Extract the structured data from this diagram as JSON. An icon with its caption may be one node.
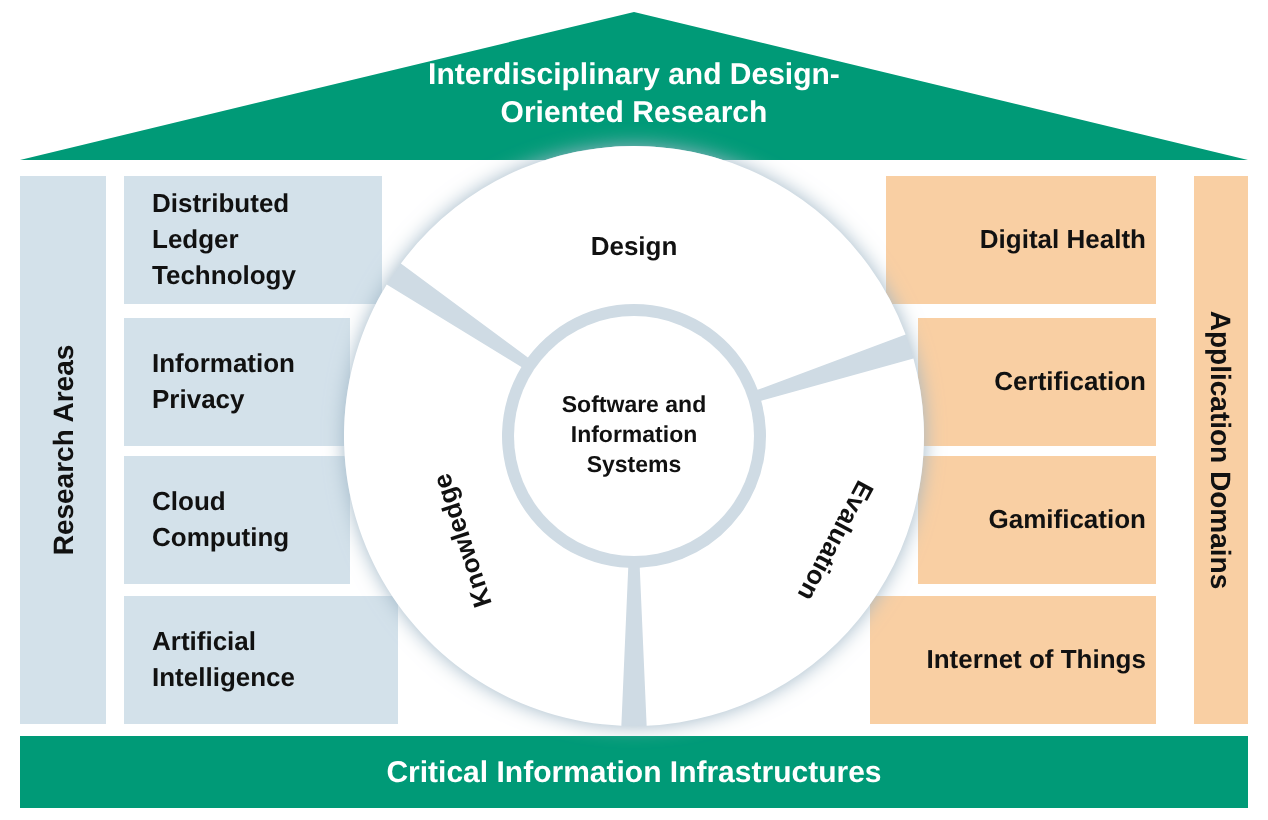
{
  "diagram": {
    "nodes": [
      {
        "text": [
          "Interdisciplinary and Design-Oriented Research"
        ]
      },
      {
        "text": [
          "Research Areas"
        ]
      },
      {
        "text": [
          "Distributed Ledger Technology"
        ]
      },
      {
        "text": [
          "Information Privacy"
        ]
      },
      {
        "text": [
          "Cloud Computing"
        ]
      },
      {
        "text": [
          "Artificial Intelligence"
        ]
      },
      {
        "text": [
          "Design"
        ]
      },
      {
        "text": [
          "Evaluation"
        ]
      },
      {
        "text": [
          "Knowledge"
        ]
      },
      {
        "text": [
          "Software and Information Systems"
        ]
      },
      {
        "text": [
          "Digital Health"
        ]
      },
      {
        "text": [
          "Certification"
        ]
      },
      {
        "text": [
          "Gamification"
        ]
      },
      {
        "text": [
          "Internet of Things"
        ]
      },
      {
        "text": [
          "Application Domains"
        ]
      },
      {
        "text": [
          "Critical Information Infrastructures"
        ]
      }
    ]
  }
}
